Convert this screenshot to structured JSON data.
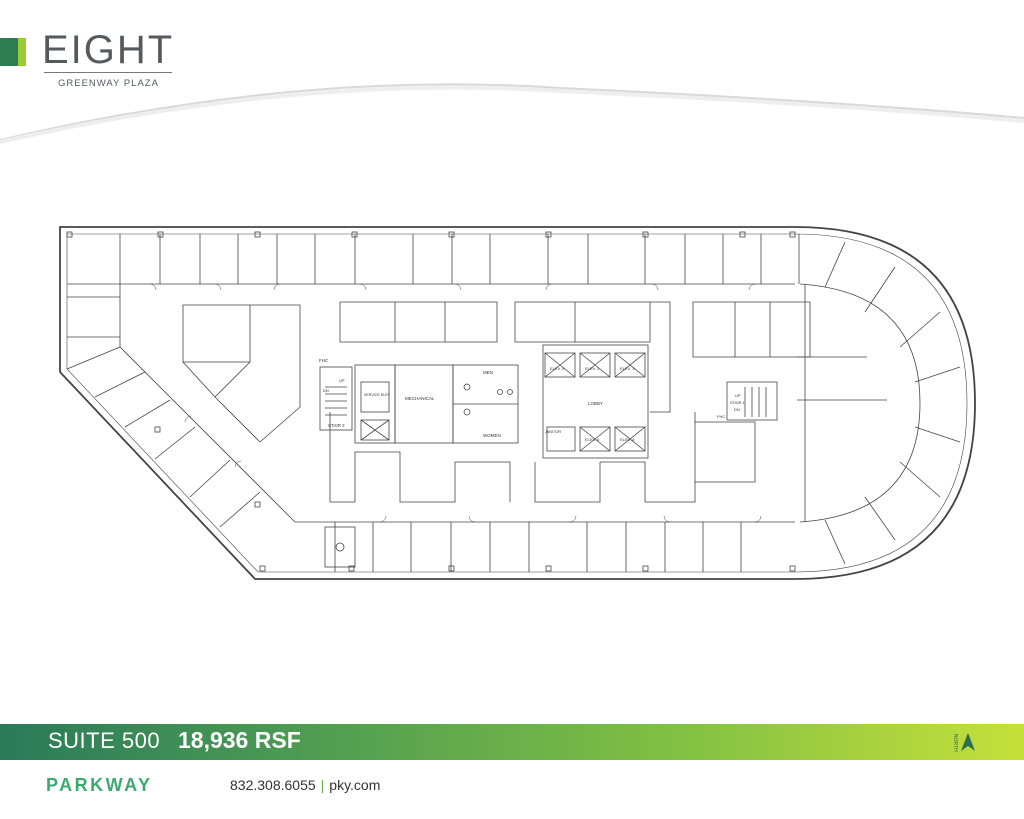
{
  "brand": {
    "title": "EIGHT",
    "subtitle": "GREENWAY PLAZA",
    "colors": {
      "dark_green": "#2e7d4f",
      "light_green": "#9acd32",
      "text_gray": "#555a5f"
    }
  },
  "floorplan": {
    "labels": {
      "fhc_left": "FHC",
      "up_left": "UP",
      "dn_left": "DN",
      "stair2": "STAIR 2",
      "service_elev": "SERVICE ELEV",
      "mechanical": "MECHANICAL",
      "men": "MEN",
      "women": "WOMEN",
      "elev5": "ELEV. 5",
      "elev2": "ELEV. 2",
      "elev1": "ELEV. 1",
      "lobby": "LOBBY",
      "janitor": "JANITOR",
      "elev6": "ELEV. 6",
      "elev4": "ELEV. 4",
      "up_right": "UP",
      "stair1": "STAIR 1",
      "dn_right": "DN",
      "fhc_right": "FHC"
    }
  },
  "suite_bar": {
    "suite": "SUITE 500",
    "area": "18,936 RSF",
    "north_label": "NORTH",
    "north_icon": "north-arrow-icon",
    "gradient": [
      "#2a7a5a",
      "#4e9c52",
      "#7fbf43",
      "#c6e03a"
    ]
  },
  "footer": {
    "company": "PARKWAY",
    "phone": "832.308.6055",
    "separator": "|",
    "website": "pky.com"
  }
}
